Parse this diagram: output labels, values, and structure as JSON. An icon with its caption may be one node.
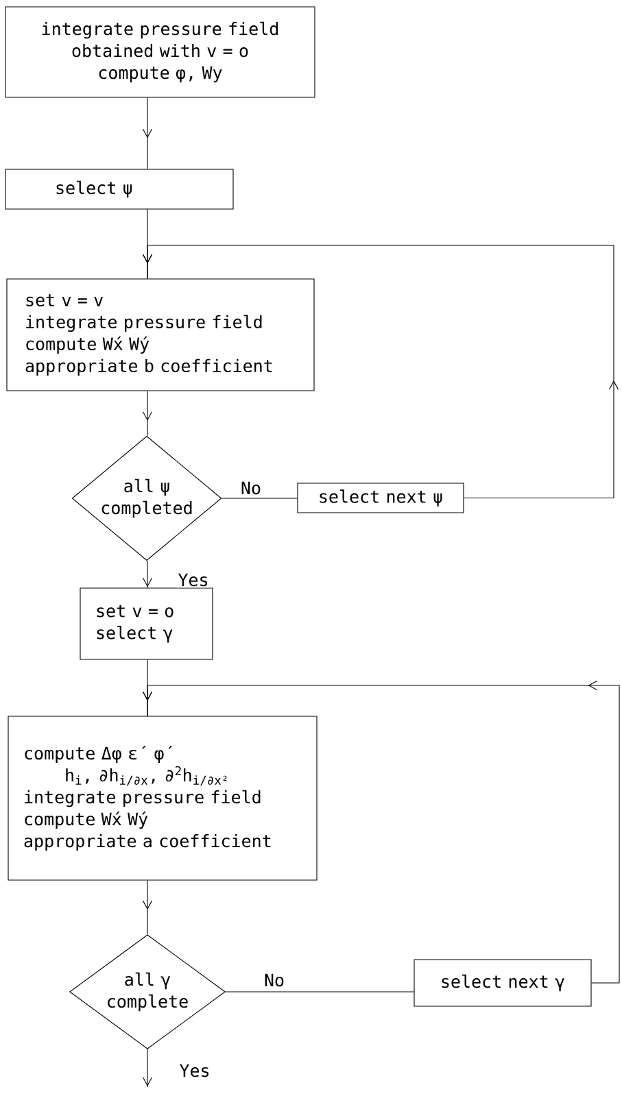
{
  "diagram": {
    "nodes": [
      {
        "text": [
          "integrate pressure field",
          "obtained with v = o",
          "compute φ, Wy"
        ]
      },
      {
        "text": [
          "select ψ"
        ]
      },
      {
        "text": [
          "set v = v",
          "integrate pressure field",
          "compute Wx́ Wý",
          "appropriate b coefficient"
        ]
      },
      {
        "text": [
          "all ψ completed"
        ]
      },
      {
        "text": [
          "select next ψ"
        ]
      },
      {
        "text": [
          "set v = o",
          "select γ"
        ]
      },
      {
        "text": [
          "compute Δφ ε´ φ´",
          "h$_{i}$, ∂h$_{i/∂x}$, ∂$^{2}$h$_{i/∂x²}$",
          "integrate pressure field",
          "compute Wx́ Wý",
          "appropriate a coefficient"
        ]
      },
      {
        "text": [
          "all γ complete"
        ]
      },
      {
        "text": [
          "select next γ"
        ]
      }
    ],
    "edges": [
      {
        "from": 0,
        "to": 1,
        "arrow": "to"
      },
      {
        "from": 1,
        "to": 2,
        "arrow": "to"
      },
      {
        "from": 2,
        "to": 3,
        "arrow": "to"
      },
      {
        "from": 3,
        "to": 4,
        "arrow": "none",
        "label": "No"
      },
      {
        "from": 4,
        "to": 2,
        "arrow": "to"
      },
      {
        "from": 3,
        "to": 5,
        "arrow": "to",
        "label": "Yes"
      },
      {
        "from": 5,
        "to": 6,
        "arrow": "to"
      },
      {
        "from": 6,
        "to": 7,
        "arrow": "to"
      },
      {
        "from": 7,
        "to": 8,
        "arrow": "none",
        "label": "No"
      },
      {
        "from": 8,
        "to": 6,
        "arrow": "to"
      },
      {
        "from": 7,
        "to": null,
        "arrow": "to",
        "label": "Yes"
      }
    ]
  }
}
